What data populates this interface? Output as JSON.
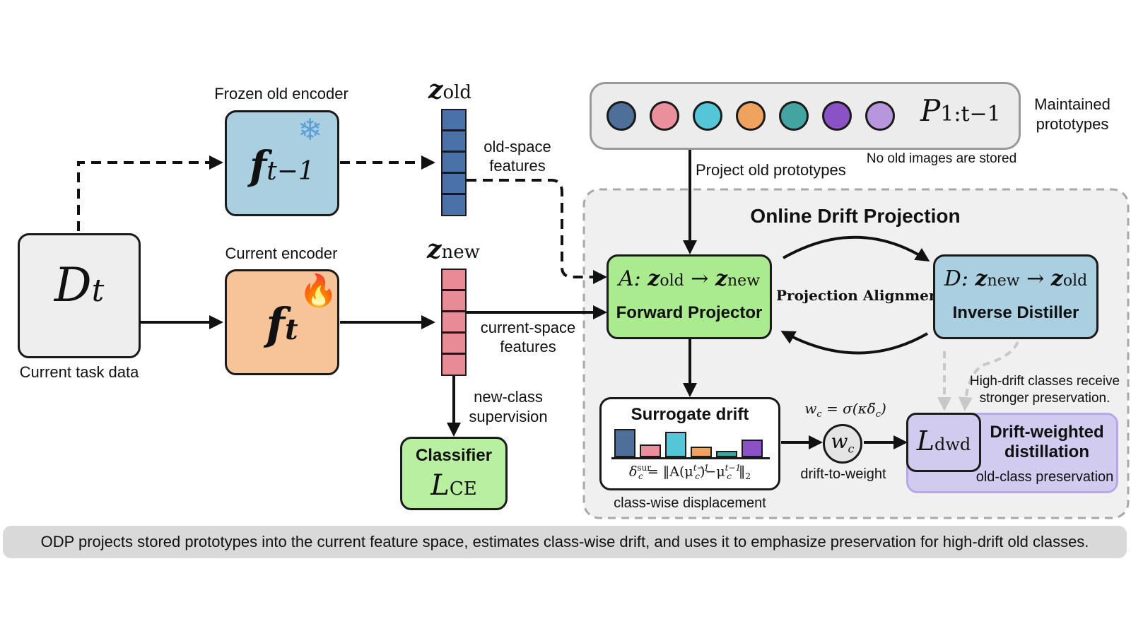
{
  "input": {
    "symbol": "D",
    "subscript": "t",
    "caption": "Current task data"
  },
  "old_encoder": {
    "title": "Frozen old encoder",
    "symbol": "f",
    "subscript": "t−1",
    "icon": "snowflake-icon",
    "color": "#a9cfe0"
  },
  "current_encoder": {
    "title": "Current encoder",
    "symbol": "f",
    "subscript": "t",
    "icon": "flame-icon",
    "color": "#f7c49a"
  },
  "z_old": {
    "symbol": "z",
    "subscript": "old",
    "annotation_line1": "old-space",
    "annotation_line2": "features",
    "color": "#4a72a8"
  },
  "z_new": {
    "symbol": "z",
    "subscript": "new",
    "annotation_line1": "current-space",
    "annotation_line2": "features",
    "color": "#e98a97"
  },
  "supervision": {
    "line1": "new-class",
    "line2": "supervision"
  },
  "classifier": {
    "title": "Classifier",
    "loss_symbol": "L",
    "loss_subscript": "CE",
    "color": "#b8efa0"
  },
  "prototypes": {
    "symbol": "P",
    "subscript": "1:t−1",
    "side_label_line1": "Maintained",
    "side_label_line2": "prototypes",
    "note": "No old images are stored",
    "project_label": "Project old prototypes",
    "colors": [
      "#4d6f9a",
      "#ea8f9c",
      "#55c6d8",
      "#f0a35e",
      "#44a4a2",
      "#8a52c4",
      "#b896de"
    ]
  },
  "odp": {
    "title": "Online Drift Projection",
    "alignment_label": "Projection Alignment"
  },
  "forward_projector": {
    "formula_prefix": "A:",
    "formula_from_symbol": "z",
    "formula_from_sub": "old",
    "arrow": "→",
    "formula_to_symbol": "z",
    "formula_to_sub": "new",
    "title": "Forward Projector",
    "color": "#a9eb8e"
  },
  "inverse_distiller": {
    "formula_prefix": "D:",
    "formula_from_symbol": "z",
    "formula_from_sub": "new",
    "arrow": "→",
    "formula_to_symbol": "z",
    "formula_to_sub": "old",
    "title": "Inverse Distiller",
    "color": "#a9cfe0"
  },
  "surrogate": {
    "title": "Surrogate drift",
    "formula": "δ",
    "formula_sup": "sur",
    "formula_sub": "c",
    "formula_rest": " = ‖A(μ",
    "formula_mu_sup": "t−1",
    "formula_mu_sub": "c",
    "formula_mid": ")−μ",
    "formula_mu2_sup": "t−1",
    "formula_mu2_sub": "c",
    "formula_end": "‖",
    "formula_end_sub": "2",
    "caption": "class-wise displacement",
    "bar_values": [
      1.0,
      0.45,
      0.9,
      0.38,
      0.22,
      0.62
    ],
    "bar_colors": [
      "#4d6f9a",
      "#ea8f9c",
      "#55c6d8",
      "#f0a35e",
      "#44a4a2",
      "#8a52c4"
    ]
  },
  "weight": {
    "equation": "w",
    "equation_sub": "c",
    "equation_rest": " = σ(κδ̃",
    "equation_rest_sub": "c",
    "equation_close": ")",
    "node_symbol": "w",
    "node_sub": "c",
    "caption": "drift-to-weight"
  },
  "dwd": {
    "loss_symbol": "L",
    "loss_subscript": "dwd",
    "title_line1": "Drift-weighted",
    "title_line2": "distillation",
    "subtitle": "old-class preservation",
    "note_line1": "High-drift classes receive",
    "note_line2": "stronger preservation.",
    "color": "#d2cbf0"
  },
  "footer": {
    "text": "ODP projects stored prototypes into the current feature space, estimates class-wise drift, and uses it to emphasize preservation for high-drift old classes."
  }
}
